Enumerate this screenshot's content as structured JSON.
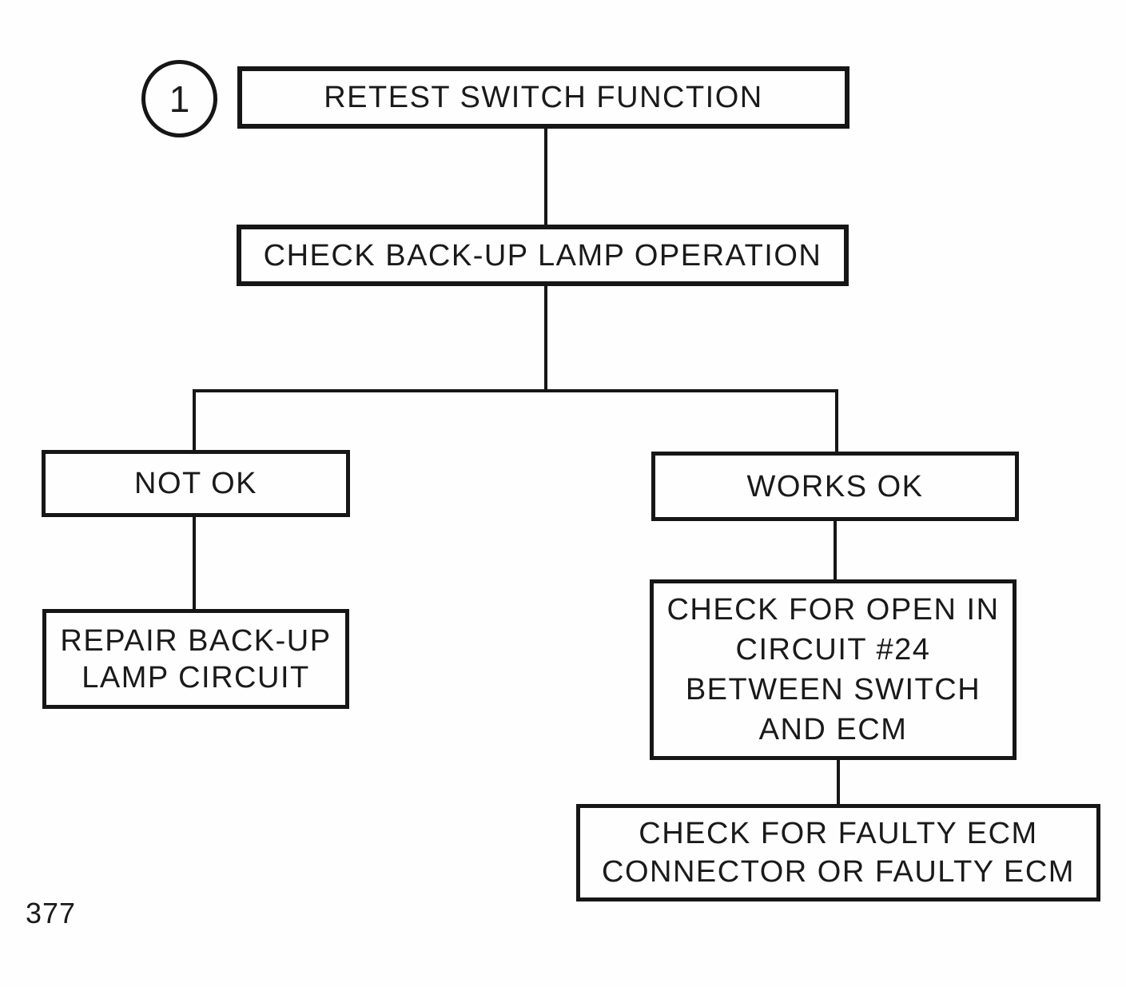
{
  "page": {
    "number": "377",
    "background": "#fefefe",
    "ink": "#161616"
  },
  "flowchart": {
    "step_badge": "1",
    "nodes": {
      "retest": "RETEST SWITCH FUNCTION",
      "check_lamp": "CHECK BACK-UP LAMP OPERATION",
      "not_ok": "NOT OK",
      "works_ok": "WORKS OK",
      "repair": "REPAIR BACK-UP\nLAMP CIRCUIT",
      "check_open": "CHECK FOR OPEN IN\nCIRCUIT #24\nBETWEEN SWITCH\nAND ECM",
      "faulty_ecm": "CHECK FOR FAULTY ECM\nCONNECTOR OR FAULTY ECM"
    }
  }
}
